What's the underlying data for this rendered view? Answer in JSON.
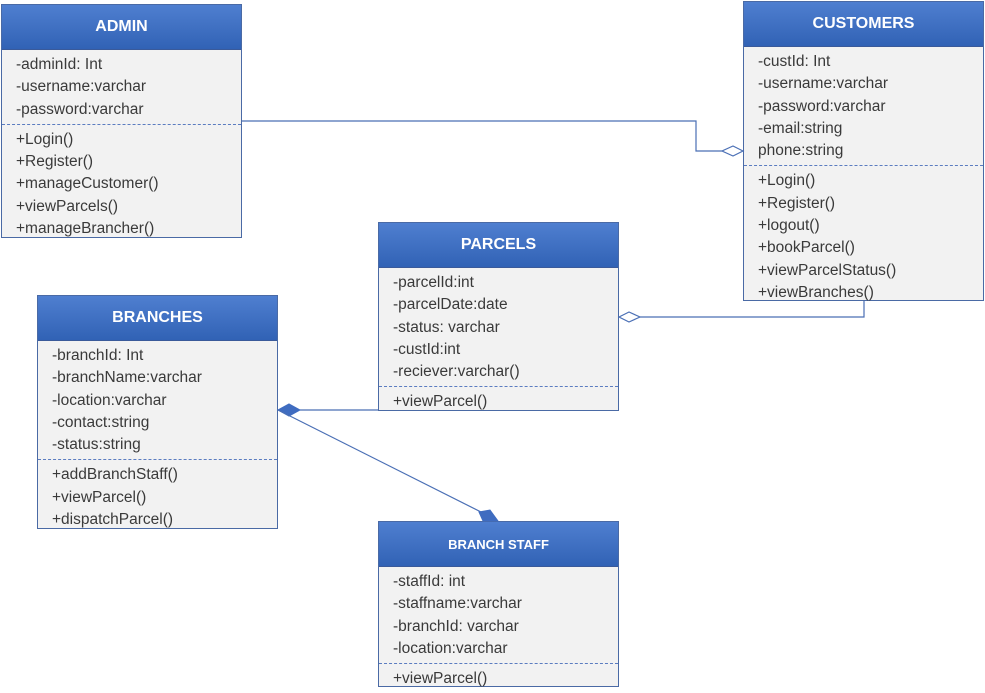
{
  "classes": {
    "admin": {
      "name": "ADMIN",
      "attributes": [
        "-adminId: Int",
        "-username:varchar",
        "-password:varchar"
      ],
      "methods": [
        "+Login()",
        "+Register()",
        "+manageCustomer()",
        "+viewParcels()",
        "+manageBrancher()"
      ]
    },
    "customers": {
      "name": "CUSTOMERS",
      "attributes": [
        "-custId: Int",
        "-username:varchar",
        "-password:varchar",
        "-email:string",
        "phone:string"
      ],
      "methods": [
        "+Login()",
        "+Register()",
        "+logout()",
        "+bookParcel()",
        "+viewParcelStatus()",
        "+viewBranches()"
      ]
    },
    "parcels": {
      "name": "PARCELS",
      "attributes": [
        "-parcelId:int",
        "-parcelDate:date",
        "-status: varchar",
        "-custId:int",
        "-reciever:varchar()"
      ],
      "methods": [
        "+viewParcel()"
      ]
    },
    "branches": {
      "name": "BRANCHES",
      "attributes": [
        "-branchId: Int",
        "-branchName:varchar",
        "-location:varchar",
        "-contact:string",
        "-status:string"
      ],
      "methods": [
        "+addBranchStaff()",
        "+viewParcel()",
        "+dispatchParcel()"
      ]
    },
    "branch_staff": {
      "name": "BRANCH STAFF",
      "attributes": [
        "-staffId: int",
        "-staffname:varchar",
        "-branchId: varchar",
        "-location:varchar"
      ],
      "methods": [
        "+viewParcel()"
      ]
    }
  },
  "colors": {
    "header_top": "#4f7fd0",
    "header_bottom": "#3162b5",
    "border": "#4a6aa5",
    "connector": "#4a6fb5",
    "body": "#f2f2f2"
  }
}
